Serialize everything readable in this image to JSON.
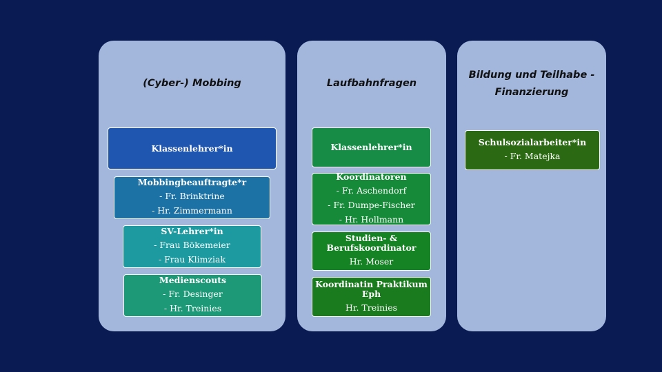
{
  "columns": [
    {
      "title": "(Cyber-) Mobbing",
      "boxes": [
        {
          "heading": "Klassenlehrer*in",
          "color": "#1f56b0"
        },
        {
          "heading": "Mobbingbeauftragte*r",
          "lines": [
            "- Fr. Brinktrine",
            "- Hr. Zimmermann"
          ],
          "color": "#1d72a5"
        },
        {
          "heading": "SV-Lehrer*in",
          "lines": [
            "- Frau Bökemeier",
            "- Frau Klimziak"
          ],
          "color": "#1c9aa0"
        },
        {
          "heading": "Medienscouts",
          "lines": [
            "- Fr. Desinger",
            "- Hr. Treinies"
          ],
          "color": "#1d9977"
        }
      ]
    },
    {
      "title": "Laufbahnfragen",
      "boxes": [
        {
          "heading": "Klassenlehrer*in",
          "color": "#178c47"
        },
        {
          "heading": "Koordinatoren",
          "lines": [
            "- Fr. Aschendorf",
            "- Fr. Dumpe-Fischer",
            "- Hr. Hollmann"
          ],
          "color": "#178a3a"
        },
        {
          "heading": "Studien- & Berufskoordinator",
          "lines": [
            "Hr. Moser"
          ],
          "color": "#158224"
        },
        {
          "heading": "Koordinatin Praktikum Eph",
          "lines": [
            "Hr. Treinies"
          ],
          "color": "#1a7a1e"
        }
      ]
    },
    {
      "title": "Bildung und Teilhabe - Finanzierung",
      "boxes": [
        {
          "heading": "Schulsozialarbeiter*in",
          "lines": [
            "- Fr. Matejka"
          ],
          "color": "#2b6a13"
        }
      ]
    }
  ]
}
